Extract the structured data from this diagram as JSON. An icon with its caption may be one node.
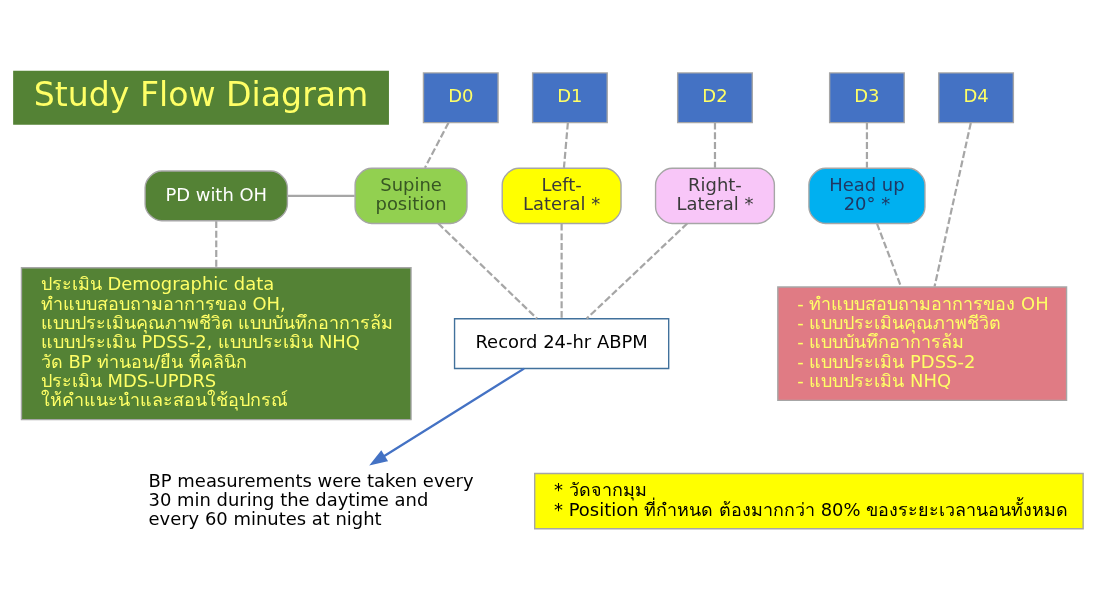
{
  "diagram": {
    "title": "Study Flow Diagram",
    "nodes": [
      {
        "text": [
          "PD with OH"
        ]
      },
      {
        "text": [
          "Supine position"
        ]
      },
      {
        "text": [
          "Left- Lateral *"
        ]
      },
      {
        "text": [
          "Right- Lateral *"
        ]
      },
      {
        "text": [
          "Head up 20° *"
        ]
      },
      {
        "text": [
          "D0"
        ]
      },
      {
        "text": [
          "D1"
        ]
      },
      {
        "text": [
          "D2"
        ]
      },
      {
        "text": [
          "D3"
        ]
      },
      {
        "text": [
          "D4"
        ]
      },
      {
        "text": [
          "ประเมิน Demographic data",
          "ทำแบบสอบถามอาการของ OH, แบบประเมินคุณภาพชีวิต แบบบันทึกอาการล้ม แบบประเมิน PDSS-2, แบบประเมิน NHQ",
          "วัด BP ท่านอน/ยืน ที่คลินิก",
          "ประเมิน MDS-UPDRS",
          "ให้คำแนะนำและสอนใช้อุปกรณ์"
        ]
      },
      {
        "text": [
          "Record 24-hr ABPM"
        ]
      },
      {
        "text": [
          "BP measurements were taken every 30 min during the daytime and every 60 minutes at night"
        ]
      },
      {
        "text": [
          "- ทำแบบสอบถามอาการของ OH",
          "- แบบประเมินคุณภาพชีวิต",
          "- แบบบันทึกอาการล้ม",
          "- แบบประเมิน PDSS-2",
          "- แบบประเมิน NHQ"
        ]
      },
      {
        "text": [
          "* วัดจากมุม",
          "* Position ที่กำหนด ต้องมากกว่า 80% ของระยะเวลานอนทั้งหมด"
        ]
      }
    ],
    "edges": [
      {
        "from": 0,
        "to": 1,
        "arrow": "none"
      },
      {
        "from": 0,
        "to": 10,
        "arrow": "none",
        "style": "dashed"
      },
      {
        "from": 5,
        "to": 1,
        "arrow": "none",
        "style": "dashed"
      },
      {
        "from": 1,
        "to": 11,
        "arrow": "none",
        "style": "dashed"
      },
      {
        "from": 6,
        "to": 2,
        "arrow": "none",
        "style": "dashed"
      },
      {
        "from": 2,
        "to": 11,
        "arrow": "none",
        "style": "dashed"
      },
      {
        "from": 7,
        "to": 3,
        "arrow": "none",
        "style": "dashed"
      },
      {
        "from": 3,
        "to": 11,
        "arrow": "none",
        "style": "dashed"
      },
      {
        "from": 8,
        "to": 4,
        "arrow": "none",
        "style": "dashed"
      },
      {
        "from": 4,
        "to": 13,
        "arrow": "none",
        "style": "dashed"
      },
      {
        "from": 9,
        "to": 13,
        "arrow": "none",
        "style": "dashed"
      },
      {
        "from": 11,
        "to": 12,
        "arrow": "to",
        "color": "#4472c4"
      }
    ]
  }
}
